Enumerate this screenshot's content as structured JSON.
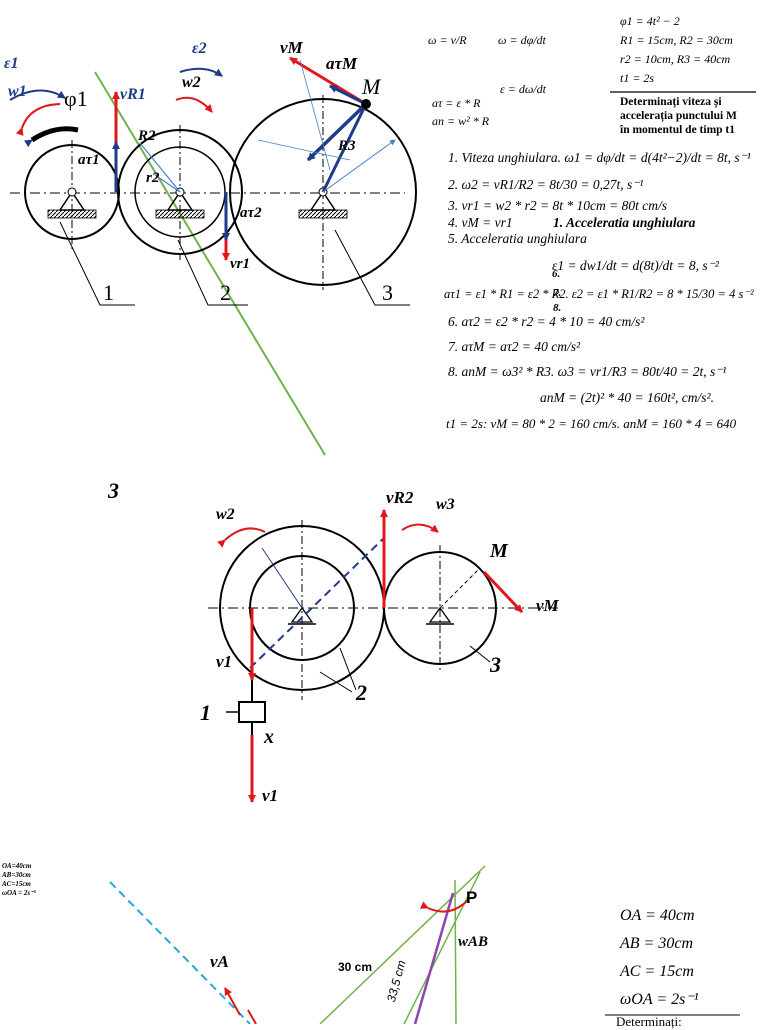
{
  "section1": {
    "formulas": {
      "omega_def": "ω = v/R",
      "omega_phi": "ω = dφ/dt",
      "eps_def": "ε = dω/dt",
      "a_tau": "aτ = ε * R",
      "a_n": "an = w² * R"
    },
    "given": {
      "phi1": "φ1 = 4t² − 2",
      "R": "R1 = 15cm, R2 = 30cm",
      "r": "r2 = 10cm, R3 = 40cm",
      "t1": "t1 = 2s"
    },
    "task": [
      "Determinați viteza și",
      "accelerația punctului M",
      "în momentul de timp t1"
    ],
    "solution": [
      "1.  Viteza unghiulara. ω1 = dφ/dt = d(4t²−2)/dt = 8t, s⁻¹",
      "2.  ω2 = vR1/R2 = 8t/30 = 0,27t, s⁻¹",
      "3.  vr1 = w2 * r2 = 8t * 10cm  = 80t cm/s",
      "4.  vM = vr1",
      "5.  Acceleratia unghiulara",
      "ε1 = dw1/dt = d(8t)/dt = 8, s⁻²",
      "aτ1 = ε1 * R1 = ε2 * R2. ε2 = ε1 * R1/R2 = 8 * 15/30 = 4 s⁻²",
      "6. aτ2 = ε2 * r2 = 4 * 10 = 40 cm/s²",
      "7. aτM = aτ2 = 40 cm/s²",
      "8. anM = ω3² * R3. ω3 = vr1/R3 = 80t/40 = 2t, s⁻¹",
      "anM = (2t)² * 40 = 160t², cm/s².",
      "t1 = 2s: vM = 80 * 2 = 160 cm/s. anM = 160 * 4 = 640"
    ],
    "overlay_heading": "1.   Acceleratia unghiulara",
    "overlay_marks": [
      "6.",
      "7.",
      "8."
    ],
    "labels": {
      "eps1": "ε1",
      "w1": "w1",
      "phi1": "φ1",
      "vR1": "vR1",
      "eps2": "ε2",
      "w2": "w2",
      "vM": "vM",
      "atauM": "aτM",
      "M": "M",
      "atau1": "aτ1",
      "R2": "R2",
      "r2": "r2",
      "R3": "R3",
      "atau2": "aτ2",
      "vr1": "vr1",
      "n1": "1",
      "n2": "2",
      "n3": "3"
    }
  },
  "section2": {
    "number": "3",
    "labels": {
      "w2": "w2",
      "vR2": "vR2",
      "w3": "w3",
      "M": "M",
      "vM": "vM",
      "v1a": "v1",
      "n2": "2",
      "n3": "3",
      "n1": "1",
      "x": "x",
      "v1b": "v1"
    }
  },
  "section3": {
    "given": {
      "OA": "OA = 40cm",
      "AB": "AB = 30cm",
      "AC": "AC = 15cm",
      "omega": "ωOA = 2s⁻¹",
      "task": "Determinați:"
    },
    "tiny_given": [
      "OA=40cm",
      "AB=30cm",
      "AC=15cm",
      "ωOA = 2s⁻¹"
    ],
    "labels": {
      "vA": "vA",
      "d30": "30 cm",
      "d335": "33,5 cm",
      "P": "P",
      "wAB": "wAB"
    }
  }
}
